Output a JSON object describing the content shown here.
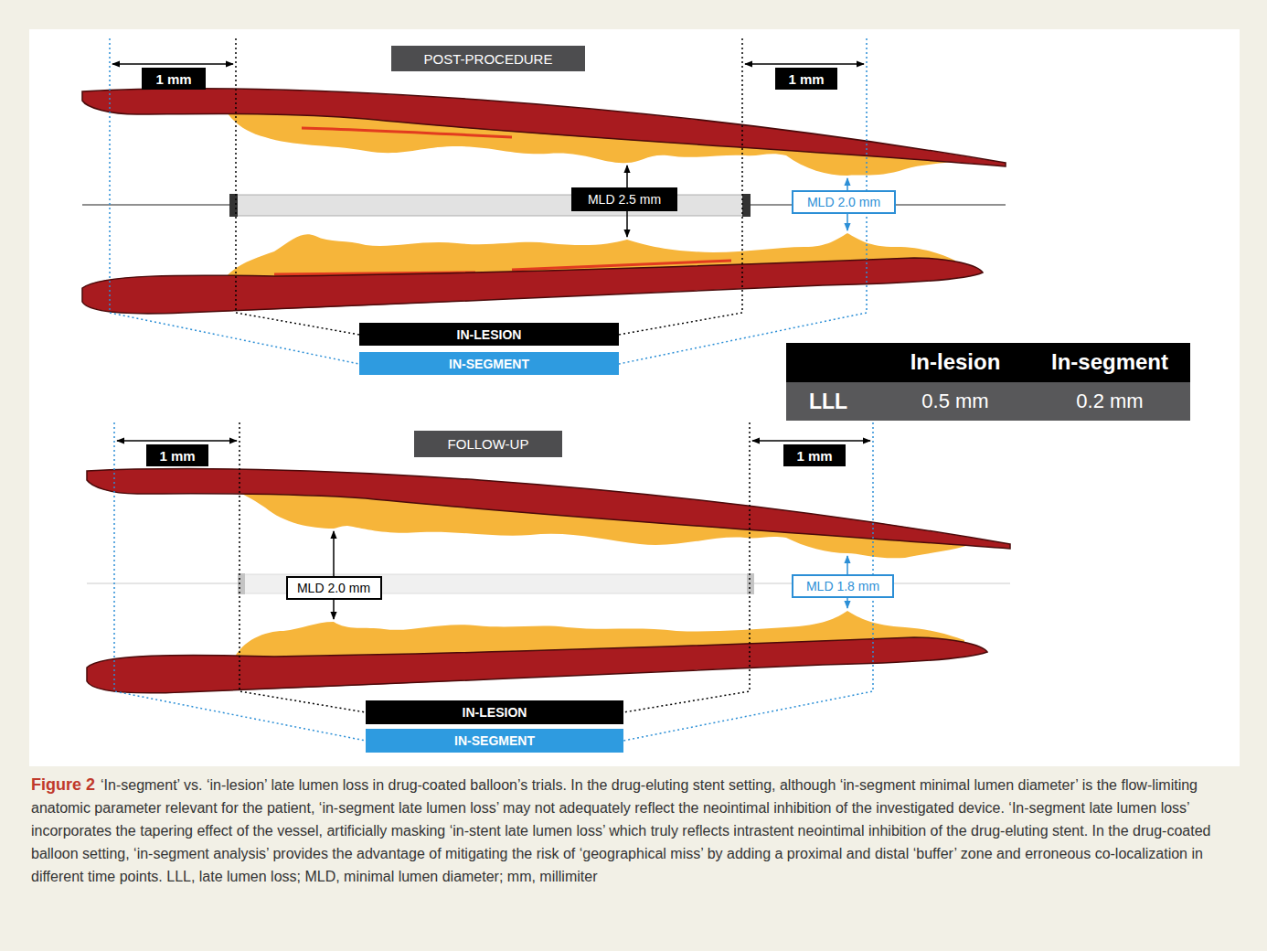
{
  "diagram": {
    "caption": "‘In-segment’ vs. ‘in-lesion’ late lumen loss in drug-coated balloon’s trials. In the drug-eluting stent setting, although ‘in-segment minimal lumen diameter’ is the flow-limiting anatomic parameter relevant for the patient, ‘in-segment late lumen loss’ may not adequately reflect the neointimal inhibition of the investigated device. ‘In-segment late lumen loss’ incorporates the tapering effect of the vessel, artificially masking ‘in-stent late lumen loss’ which truly reflects intrastent neointimal inhibition of the drug-eluting stent. In the drug-coated balloon setting, ‘in-segment analysis’ provides the advantage of mitigating the risk of ‘geographical miss’ by adding a proximal and distal ‘buffer’ zone and erroneous co-localization in different time points. LLL, late lumen loss; MLD, minimal lumen diameter; mm, millimiter",
    "nodes": [
      {
        "text": [
          "POST-PROCEDURE"
        ]
      },
      {
        "text": [
          "1 mm"
        ]
      },
      {
        "text": [
          "1 mm"
        ]
      },
      {
        "text": [
          "MLD 2.5 mm"
        ]
      },
      {
        "text": [
          "MLD 2.0 mm"
        ]
      },
      {
        "text": [
          "IN-LESION"
        ]
      },
      {
        "text": [
          "IN-SEGMENT"
        ]
      },
      {
        "text": [
          "FOLLOW-UP"
        ]
      },
      {
        "text": [
          "1 mm"
        ]
      },
      {
        "text": [
          "1 mm"
        ]
      },
      {
        "text": [
          "MLD 2.0 mm"
        ]
      },
      {
        "text": [
          "MLD 1.8 mm"
        ]
      },
      {
        "text": [
          "IN-LESION"
        ]
      },
      {
        "text": [
          "IN-SEGMENT"
        ]
      }
    ],
    "labels": [
      "In-lesion",
      "In-segment",
      "LLL",
      "0.5 mm",
      "0.2 mm",
      "Figure 2"
    ]
  }
}
